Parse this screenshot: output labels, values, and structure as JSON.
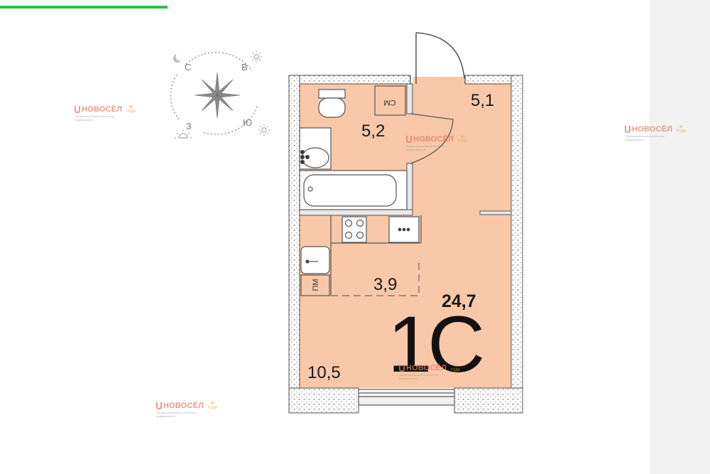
{
  "colors": {
    "accent_bar": "#22c53a",
    "room_fill": "#f8c8a8",
    "wall_stroke": "#555555",
    "text_dark": "#1a1a1a",
    "compass": "#8a8a8a",
    "watermark": "#e07a6a",
    "right_strip": "#f2f2f2"
  },
  "compass": {
    "north": "С",
    "east": "В",
    "south": "Ю",
    "west": "З",
    "icons": [
      "moon-icon",
      "sun-icon",
      "sun-icon",
      "sun-icon"
    ]
  },
  "plan": {
    "rooms": {
      "bathroom_area": "5,2",
      "balcony_area": "5,1",
      "kitchen_area": "3,9",
      "living_area": "10,5",
      "total_area": "24,7"
    },
    "unit_type": "1С",
    "appliance_labels": {
      "washer": "СМ",
      "dishwasher": "ПМ"
    }
  },
  "watermark": {
    "logo_text": "НОВОСЁЛ",
    "tagline": "Профессиональное агентство недвижимости",
    "award_text": "ГОДА"
  }
}
